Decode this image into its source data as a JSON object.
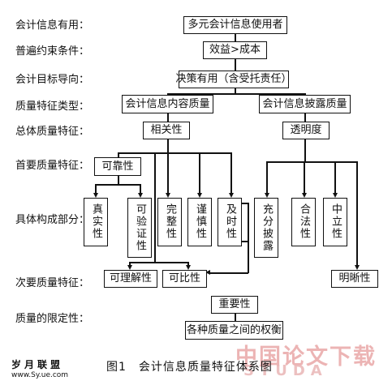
{
  "levels": {
    "l1": "会计信息有用：",
    "l2": "普遍约束条件：",
    "l3": "会计目标导向：",
    "l4": "质量特征类型：",
    "l5": "总体质量特征：",
    "l6": "首要质量特征：",
    "l7": "具体构成部分：",
    "l8": "次要质量特征：",
    "l9": "质量的限定性："
  },
  "nodes": {
    "users": "多元会计信息使用者",
    "benefit": "效益>成本",
    "objective": "决策有用（含受托责任）",
    "content_quality": "会计信息内容质量",
    "disclosure_quality": "会计信息披露质量",
    "relevance": "相关性",
    "transparency": "透明度",
    "reliability": "可靠性",
    "truthful": "真实性",
    "verifiable": "可验证性",
    "complete": "完整性",
    "prudent": "谨慎性",
    "timely": "及时性",
    "full_disclosure": "充分披露",
    "legal": "合法性",
    "neutral": "中立性",
    "understandable": "可理解性",
    "comparable": "可比性",
    "clarity": "明晰性",
    "materiality": "重要性",
    "tradeoff": "各种质量之间的权衡"
  },
  "caption": "图1　会计信息质量特征体系图",
  "logo": "岁月联盟",
  "logo_url": "www.Sy.ue.com",
  "watermark": "中国论文下载",
  "watermark_url": "STUDA"
}
